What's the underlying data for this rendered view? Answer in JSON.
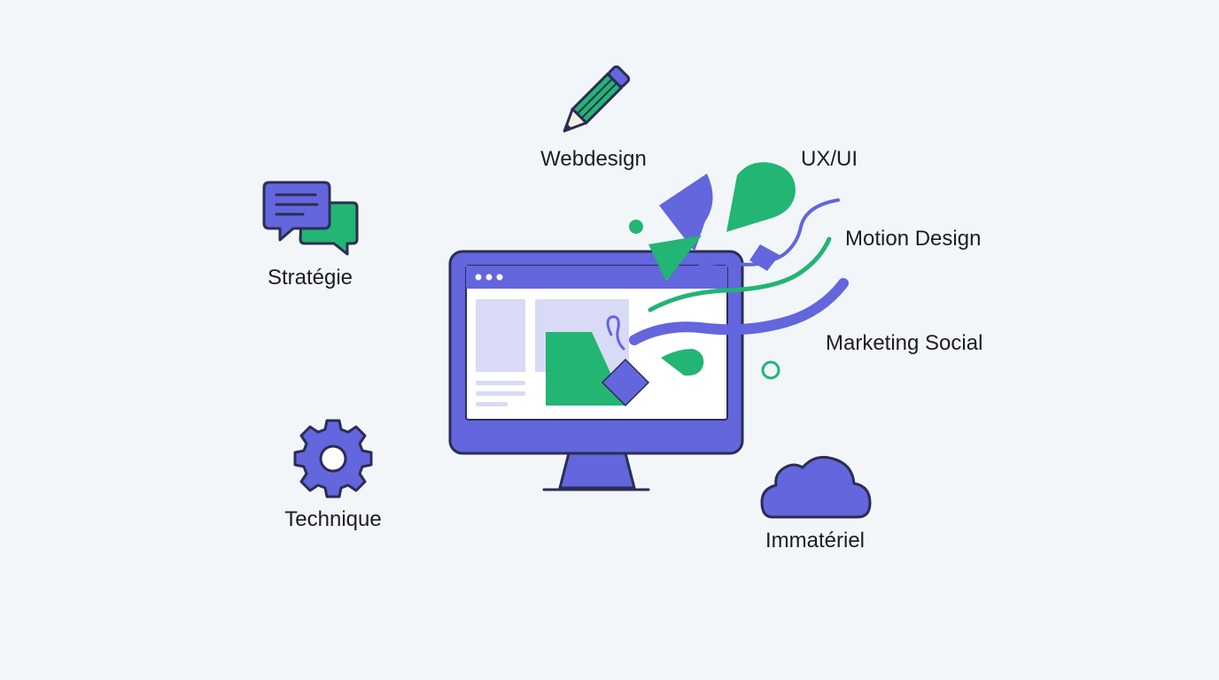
{
  "labels": {
    "webdesign": "Webdesign",
    "ux_ui": "UX/UI",
    "motion_design": "Motion Design",
    "marketing_social": "Marketing Social",
    "strategie": "Stratégie",
    "technique": "Technique",
    "immateriel": "Immatériel"
  },
  "icons": {
    "webdesign": "pencil-icon",
    "strategie": "chat-bubbles-icon",
    "technique": "gear-icon",
    "immateriel": "cloud-icon",
    "center": "monitor-icon"
  },
  "colors": {
    "background": "#f3f6f9",
    "purple": "#6366dd",
    "purple_light": "#d9daf5",
    "green": "#22b573",
    "outline": "#2b2d55",
    "text": "#1c1c26"
  }
}
